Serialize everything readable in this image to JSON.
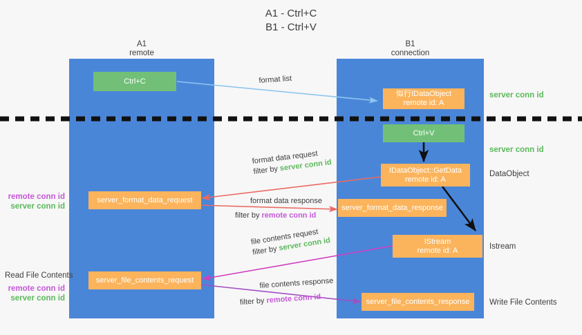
{
  "title": {
    "line1": "A1 - Ctrl+C",
    "line2": "B1 - Ctrl+V"
  },
  "lanes": [
    {
      "name": "A1",
      "sub": "remote"
    },
    {
      "name": "B1",
      "sub": "connection"
    }
  ],
  "boxes": {
    "ctrl_c": {
      "line1": "Ctrl+C",
      "line2": ""
    },
    "idataobject": {
      "line1": "似行IDataObject",
      "line2": "remote id: A"
    },
    "ctrl_v": {
      "line1": "Ctrl+V",
      "line2": ""
    },
    "getdata": {
      "line1": "IDataObject::GetData",
      "line2": "remote id: A"
    },
    "fmt_req": {
      "line1": "server_format_data_request",
      "line2": ""
    },
    "fmt_resp": {
      "line1": "server_format_data_response",
      "line2": ""
    },
    "istream": {
      "line1": "IStream",
      "line2": "remote id: A"
    },
    "file_req": {
      "line1": "server_file_contents_request",
      "line2": ""
    },
    "file_resp": {
      "line1": "server_file_contents_response",
      "line2": ""
    }
  },
  "right_labels": {
    "server_conn_id_1": "server conn id",
    "server_conn_id_2": "server conn id",
    "dataobject": "DataObject",
    "istream": "Istream",
    "write_file_contents": "Write File Contents"
  },
  "left_labels": {
    "remote_conn_id_1": "remote conn id",
    "server_conn_id_1": "server conn id",
    "read_file_contents": "Read File Contents",
    "remote_conn_id_2": "remote conn id",
    "server_conn_id_2": "server conn id"
  },
  "captions": {
    "format_list": "format list",
    "fmt_data_req_l1": "format data request",
    "fmt_data_req_l2_pre": "filter by ",
    "fmt_data_req_l2_hl": "server conn id",
    "fmt_data_resp_l1": "format data response",
    "fmt_data_resp_l2_pre": "filter by ",
    "fmt_data_resp_l2_hl": "remote conn id",
    "file_req_l1": "file contents request",
    "file_req_l2_pre": "filter by ",
    "file_req_l2_hl": "server conn id",
    "file_resp_l1": "file contents response",
    "file_resp_l2_pre": "filter by ",
    "file_resp_l2_hl": "remote conn id"
  },
  "colors": {
    "lane": "#4a86d8",
    "orange": "#fbb45c",
    "green": "#72c078",
    "arrow_blue": "#8ec6ef",
    "arrow_red": "#ea6a62",
    "arrow_magenta": "#cf3fc0",
    "arrow_purple": "#a24fc4",
    "arrow_black": "#101010",
    "conn_green": "#5cb85c",
    "conn_purple": "#c558d8"
  }
}
